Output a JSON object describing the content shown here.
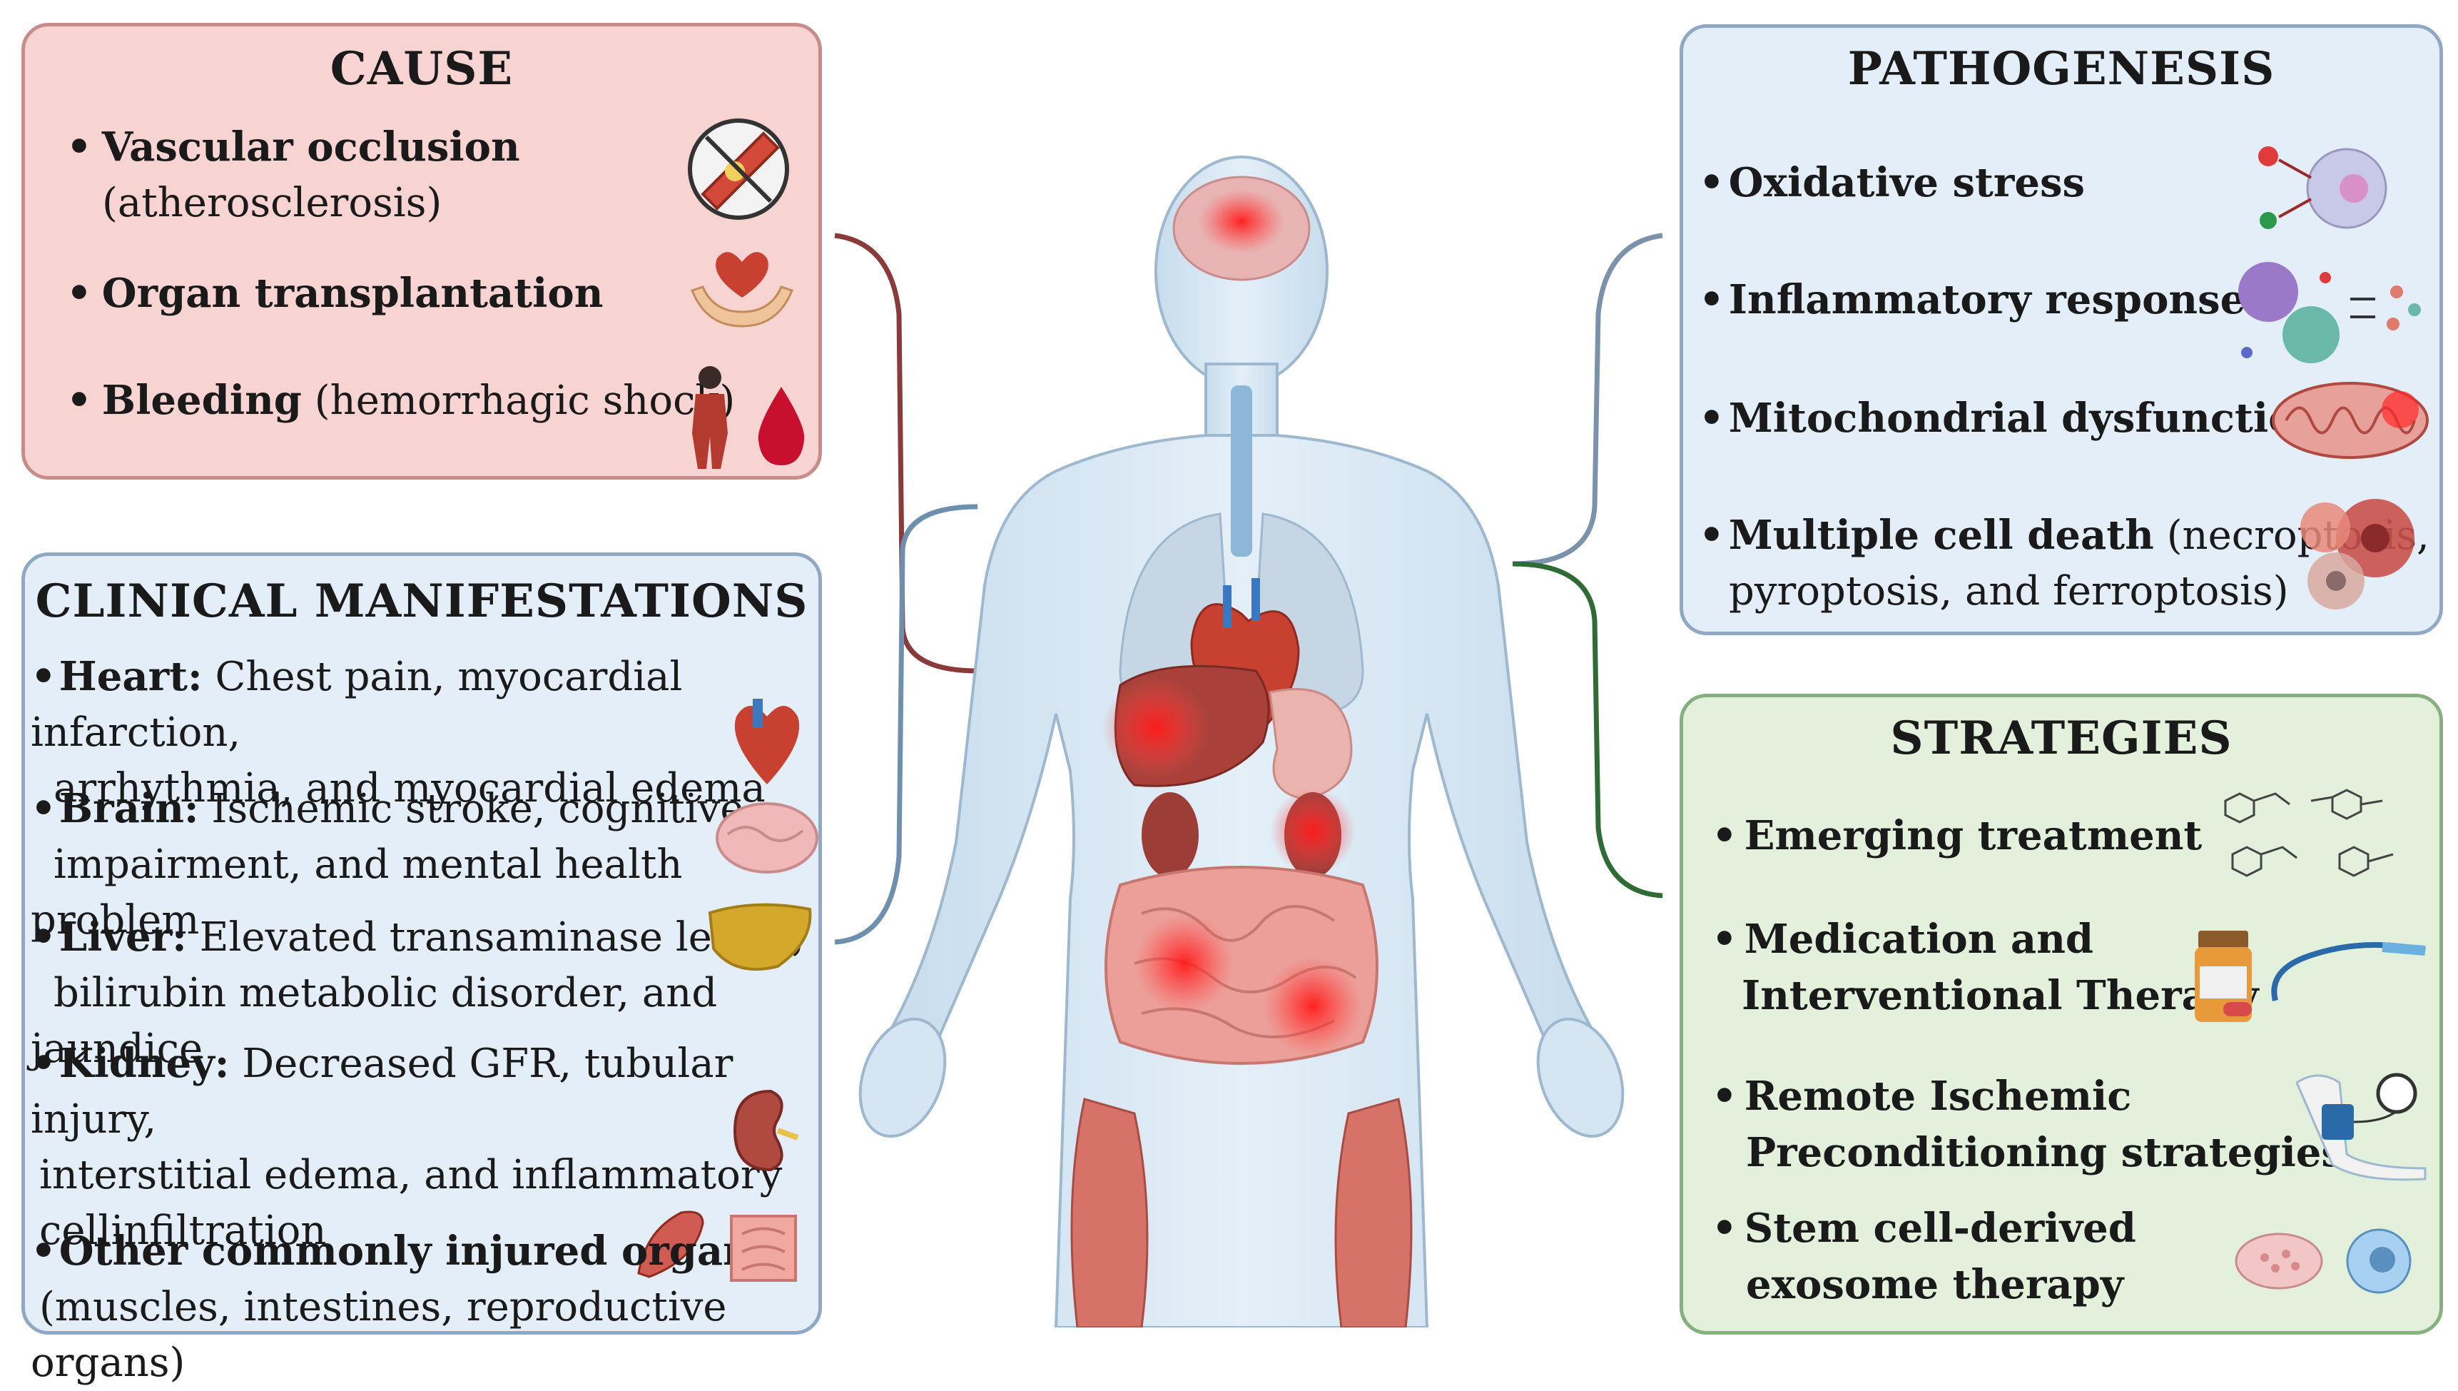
{
  "cause": {
    "title": "CAUSE",
    "items": [
      {
        "head": "Vascular occlusion",
        "detail": "(atherosclerosis)",
        "icon": "blocked-artery-icon"
      },
      {
        "head": "Organ transplantation",
        "detail": "",
        "icon": "heart-in-hands-icon"
      },
      {
        "head": "Bleeding",
        "detail": "(hemorrhagic shock)",
        "icon": "blood-drop-icon"
      }
    ]
  },
  "clinical": {
    "title": "CLINICAL MANIFESTATIONS",
    "items": [
      {
        "head": "Heart:",
        "line1": "Chest pain, myocardial infarction,",
        "line2": "arrhythmia, and myocardial edema",
        "icon": "heart-icon"
      },
      {
        "head": "Brain:",
        "line1": "Ischemic stroke, cognitive",
        "line2": "impairment, and mental health problem",
        "icon": "brain-icon"
      },
      {
        "head": "Liver:",
        "line1": "Elevated transaminase levels,",
        "line2": "bilirubin metabolic disorder, and jaundice",
        "icon": "liver-icon"
      },
      {
        "head": "Kidney:",
        "line1": "Decreased GFR, tubular injury,",
        "line2": "interstitial edema, and inflammatory",
        "line3": "cellinfiltration",
        "icon": "kidney-icon"
      },
      {
        "head": "Other commonly injured organs:",
        "line1": "(muscles, intestines, reproductive organs)",
        "icon": "intestine-icon"
      }
    ]
  },
  "patho": {
    "title": "PATHOGENESIS",
    "items": [
      {
        "head": "Oxidative stress",
        "icon": "oxidative-cell-icon"
      },
      {
        "head": "Inflammatory response",
        "icon": "inflammatory-cells-icon"
      },
      {
        "head": "Mitochondrial dysfunction",
        "icon": "mitochondria-icon"
      },
      {
        "head": "Multiple cell death",
        "detail": "(necroptosis,",
        "line2": "pyroptosis, and ferroptosis)",
        "icon": "dying-cells-icon"
      }
    ]
  },
  "strat": {
    "title": "STRATEGIES",
    "items": [
      {
        "head": "Emerging treatment",
        "icon": "chemical-structures-icon"
      },
      {
        "head": "Medication and",
        "line2": "Interventional Therapy",
        "icon": "medication-catheter-icon"
      },
      {
        "head": "Remote Ischemic",
        "line2": "Preconditioning strategies",
        "icon": "blood-pressure-cuff-icon"
      },
      {
        "head": "Stem cell-derived",
        "line2": "exosome therapy",
        "icon": "petri-dish-icon"
      }
    ]
  },
  "colors": {
    "cause_bg": "#f7d3d1",
    "clinical_bg": "#e4eef8",
    "patho_bg": "#e4eef8",
    "strat_bg": "#e2f0dc",
    "injury_red": "#e8222a"
  }
}
